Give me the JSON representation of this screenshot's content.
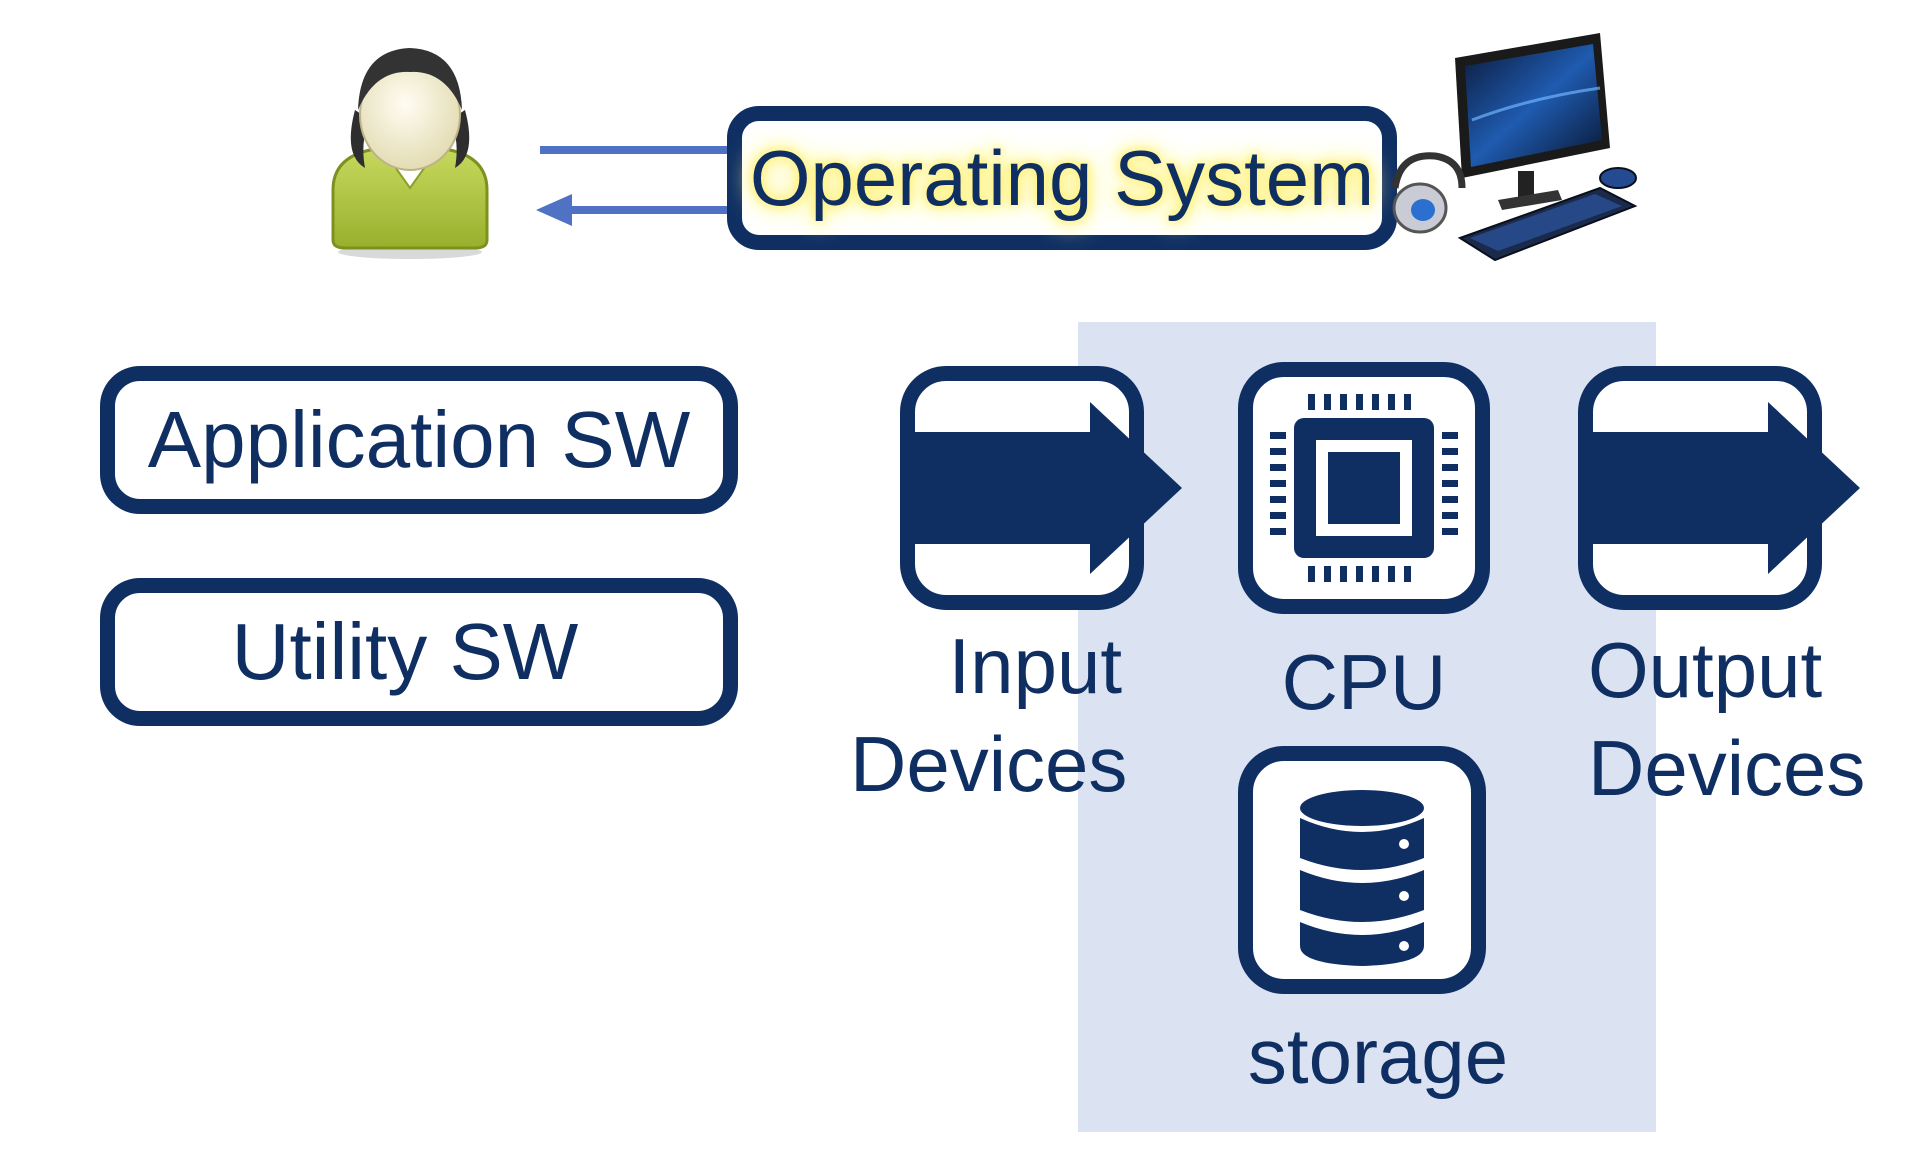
{
  "operating_system": {
    "label": "Operating System"
  },
  "software": {
    "application": "Application SW",
    "utility": "Utility SW"
  },
  "hardware": {
    "input": {
      "line1": "Input",
      "line2": "Devices"
    },
    "cpu": {
      "label": "CPU"
    },
    "output": {
      "line1": "Output",
      "line2": "Devices"
    },
    "storage": {
      "label": "storage"
    }
  },
  "colors": {
    "navy": "#0f2f63",
    "arrow_blue": "#4f72c4",
    "panel": "#dbe3f3",
    "highlight": "#fff27a",
    "user_shirt": "#a9c23a"
  },
  "icons": [
    "user-icon",
    "computer-icon",
    "input-device-icon",
    "cpu-chip-icon",
    "output-device-icon",
    "database-icon"
  ]
}
